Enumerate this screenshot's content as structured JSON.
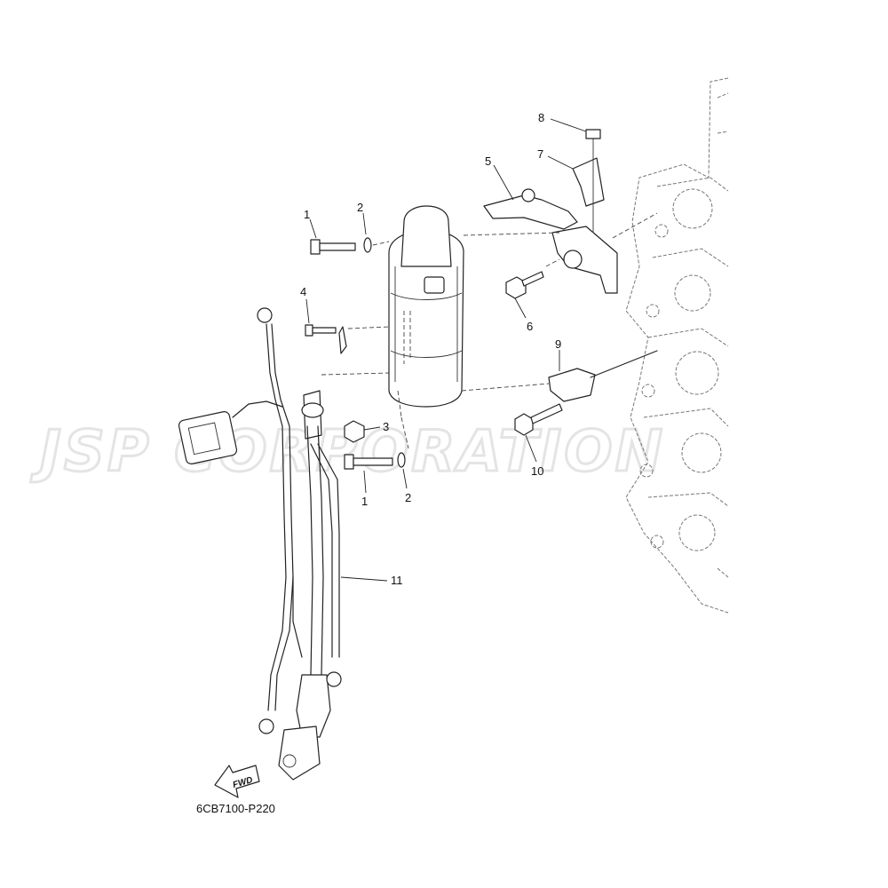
{
  "watermark": "JSP CORPORATION",
  "diagram_code": "6CB7100-P220",
  "fwd_label": "FWD",
  "callouts": [
    {
      "id": "c1a",
      "label": "1"
    },
    {
      "id": "c2a",
      "label": "2"
    },
    {
      "id": "c4",
      "label": "4"
    },
    {
      "id": "c5",
      "label": "5"
    },
    {
      "id": "c7",
      "label": "7"
    },
    {
      "id": "c8",
      "label": "8"
    },
    {
      "id": "c6",
      "label": "6"
    },
    {
      "id": "c9",
      "label": "9"
    },
    {
      "id": "c3",
      "label": "3"
    },
    {
      "id": "c10",
      "label": "10"
    },
    {
      "id": "c1b",
      "label": "1"
    },
    {
      "id": "c2b",
      "label": "2"
    },
    {
      "id": "c11",
      "label": "11"
    }
  ]
}
